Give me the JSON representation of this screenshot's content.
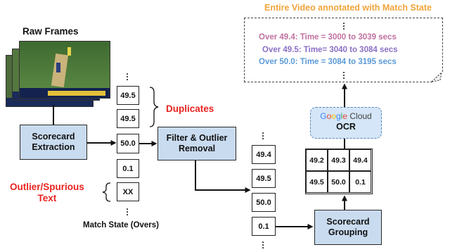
{
  "raw_frames_title": "Raw Frames",
  "scorecard_extraction": "Scorecard\nExtraction",
  "filter_outlier": "Filter & Outlier\nRemoval",
  "scorecard_grouping": "Scorecard\nGrouping",
  "ocr": {
    "google": [
      "G",
      "o",
      "o",
      "g",
      "l",
      "e"
    ],
    "cloud": " Cloud",
    "label": "OCR"
  },
  "duplicates_label": "Duplicates",
  "outlier_label": "Outlier/Spurious\nText",
  "match_state_label": "Match State (Overs)",
  "column_one": [
    "49.5",
    "49.5",
    "50.0",
    "0.1",
    "XX"
  ],
  "column_two": [
    "49.4",
    "49.5",
    "50.0",
    "0.1"
  ],
  "grid_cells": [
    "49.2",
    "49.3",
    "49.4",
    "49.5",
    "50.0",
    "0.1"
  ],
  "video_title": "Entire Video annotated with Match State",
  "annotations": [
    {
      "text": "Over 49.4: Time = 3000 to 3039 secs",
      "color": "#c0709e"
    },
    {
      "text": "Over 49.5: Time= 3040 to 3084 secs",
      "color": "#8a6fc4"
    },
    {
      "text": "Over 50.0: Time = 3084 to 3195 secs",
      "color": "#5a9ad8"
    }
  ],
  "colors": {
    "red": "#e8231f",
    "orange": "#f0a43a",
    "process_fill": "#c9dbef",
    "ocr_fill": "#d4e6f7"
  }
}
